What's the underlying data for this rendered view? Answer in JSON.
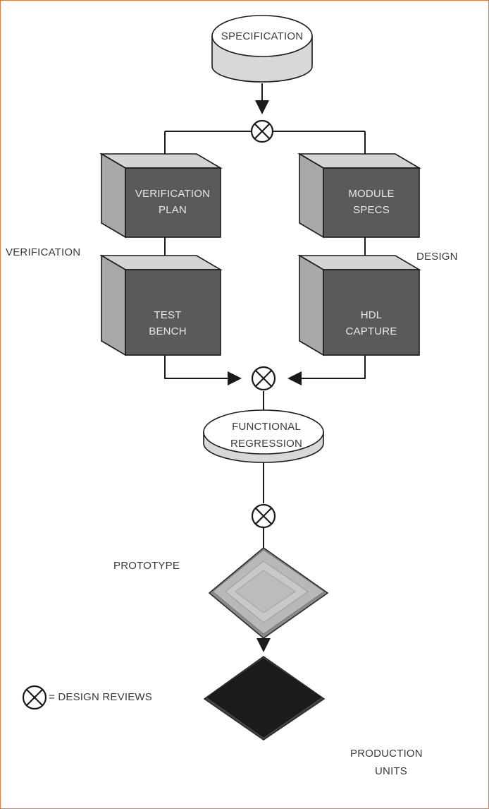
{
  "nodes": {
    "specification": {
      "label": "SPECIFICATION"
    },
    "verification_plan": {
      "line1": "VERIFICATION",
      "line2": "PLAN"
    },
    "module_specs": {
      "line1": "MODULE",
      "line2": "SPECS"
    },
    "test_bench": {
      "line1": "TEST",
      "line2": "BENCH"
    },
    "hdl_capture": {
      "line1": "HDL",
      "line2": "CAPTURE"
    },
    "functional_regression": {
      "line1": "FUNCTIONAL",
      "line2": "REGRESSION"
    },
    "prototype": {
      "label": "PROTOTYPE"
    },
    "production_units": {
      "line1": "PRODUCTION",
      "line2": "UNITS"
    }
  },
  "side_labels": {
    "left": "VERIFICATION",
    "right": "DESIGN"
  },
  "legend": {
    "label": "= DESIGN REVIEWS",
    "symbol": "design-review-circle-x"
  },
  "colors": {
    "box_front": "#5a5a5a",
    "box_top": "#d4d4d4",
    "box_side": "#a8a8a8",
    "cylinder_body": "#d8d8d8",
    "frame_border": "#e07a3c",
    "production_chip": "#1c1c1c"
  }
}
